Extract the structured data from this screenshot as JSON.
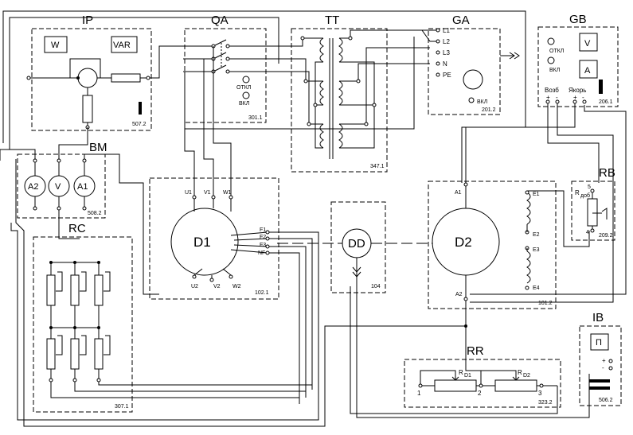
{
  "blocks": {
    "ip": {
      "title": "IP",
      "code": "507.2",
      "meter_w": "W",
      "meter_var": "VAR"
    },
    "qa": {
      "title": "QA",
      "code": "301.1",
      "off": "ОТКЛ",
      "on": "ВКЛ"
    },
    "tt": {
      "title": "TT",
      "code": "347.1"
    },
    "ga": {
      "title": "GA",
      "code": "201.2",
      "on": "ВКЛ",
      "terms": [
        "L1",
        "L2",
        "L3",
        "N",
        "PE"
      ]
    },
    "gb": {
      "title": "GB",
      "code": "206.1",
      "off": "ОТКЛ",
      "on": "ВКЛ",
      "meter_v": "V",
      "meter_a": "A",
      "exc": "Возб",
      "arm": "Якорь",
      "plus": "+",
      "minus": "-"
    },
    "bm": {
      "title": "BM",
      "code": "508.2",
      "meters": [
        "A2",
        "V",
        "A1"
      ]
    },
    "d1": {
      "title": "D1",
      "code": "102.1",
      "top_terms": [
        "U1",
        "V1",
        "W1"
      ],
      "bottom_terms": [
        "U2",
        "V2",
        "W2"
      ],
      "side_terms": [
        "F1",
        "F2",
        "F3",
        "NF"
      ]
    },
    "dd": {
      "title": "DD",
      "code": "104"
    },
    "d2": {
      "title": "D2",
      "code": "101.2",
      "a1": "A1",
      "a2": "A2",
      "e_terms": [
        "E1",
        "E2",
        "E3",
        "E4"
      ]
    },
    "rb": {
      "title": "RB",
      "code": "209.2",
      "r_label": "R",
      "r_sub": "доб",
      "t5": "5",
      "t4": "4"
    },
    "rc": {
      "title": "RC",
      "code": "307.1"
    },
    "rr": {
      "title": "RR",
      "code": "323.2",
      "r1": "R",
      "r1_sub": "D1",
      "r2": "R",
      "r2_sub": "D2",
      "t1": "1",
      "t2": "2",
      "t3": "3"
    },
    "ib": {
      "title": "IB",
      "code": "506.2",
      "key": "П",
      "plus": "+",
      "minus": "-"
    }
  }
}
